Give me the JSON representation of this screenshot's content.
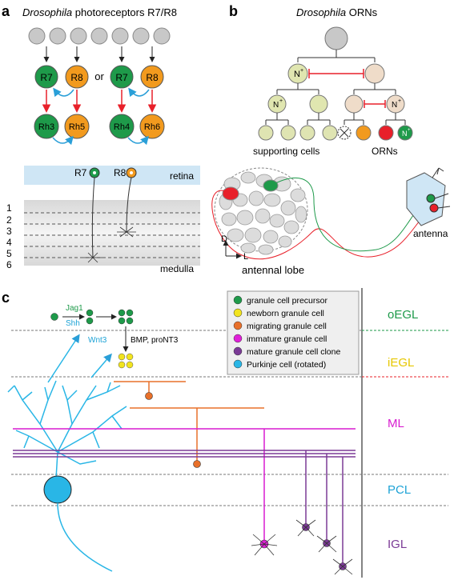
{
  "panel_a": {
    "letter": "a",
    "title_italic": "Drosophila",
    "title_rest": " photoreceptors R7/R8",
    "or_text": "or",
    "cells": {
      "r7_left": "R7",
      "r8_left": "R8",
      "r7_right": "R7",
      "r8_right": "R8",
      "rh3": "Rh3",
      "rh5": "Rh5",
      "rh4": "Rh4",
      "rh6": "Rh6"
    },
    "retina_label": "retina",
    "r7_label": "R7",
    "r8_label": "R8",
    "layers": [
      "1",
      "2",
      "3",
      "4",
      "5",
      "6"
    ],
    "medulla_label": "medulla"
  },
  "panel_b": {
    "letter": "b",
    "title_italic": "Drosophila",
    "title_rest": " ORNs",
    "n_plus_top": "N",
    "n_plus_mid_left": "N",
    "n_plus_mid_right": "N",
    "n_plus_green": "N",
    "superscript": "+",
    "supporting_cells_label": "supporting cells",
    "orns_label": "ORNs",
    "antenna_label": "antenna",
    "antennal_lobe_label": "antennal lobe",
    "axis_d": "D",
    "axis_l": "L"
  },
  "panel_c": {
    "letter": "c",
    "jag1": "Jag1",
    "shh": "Shh",
    "wnt3": "Wnt3",
    "bmp_label": "BMP, proNT3",
    "legend": [
      {
        "label": "granule cell precursor",
        "color": "#1e9a4a"
      },
      {
        "label": "newborn granule cell",
        "color": "#f2e41e"
      },
      {
        "label": "migrating granule cell",
        "color": "#e8702a"
      },
      {
        "label": "immature granule cell",
        "color": "#e020d8"
      },
      {
        "label": "mature granule cell clone",
        "color": "#7b3a96"
      },
      {
        "label": "Purkinje cell (rotated)",
        "color": "#29b6e6"
      }
    ],
    "layers": [
      {
        "label": "oEGL",
        "color": "#1e9a4a"
      },
      {
        "label": "iEGL",
        "color": "#e6c700"
      },
      {
        "label": "ML",
        "color": "#d81bd0"
      },
      {
        "label": "PCL",
        "color": "#1ea3d6"
      },
      {
        "label": "IGL",
        "color": "#7b3a96"
      }
    ]
  },
  "colors": {
    "green": "#1e9a4a",
    "orange": "#f29a1e",
    "red": "#e8202a",
    "blue": "#2a9fd8",
    "gray": "#c8c8c8"
  }
}
